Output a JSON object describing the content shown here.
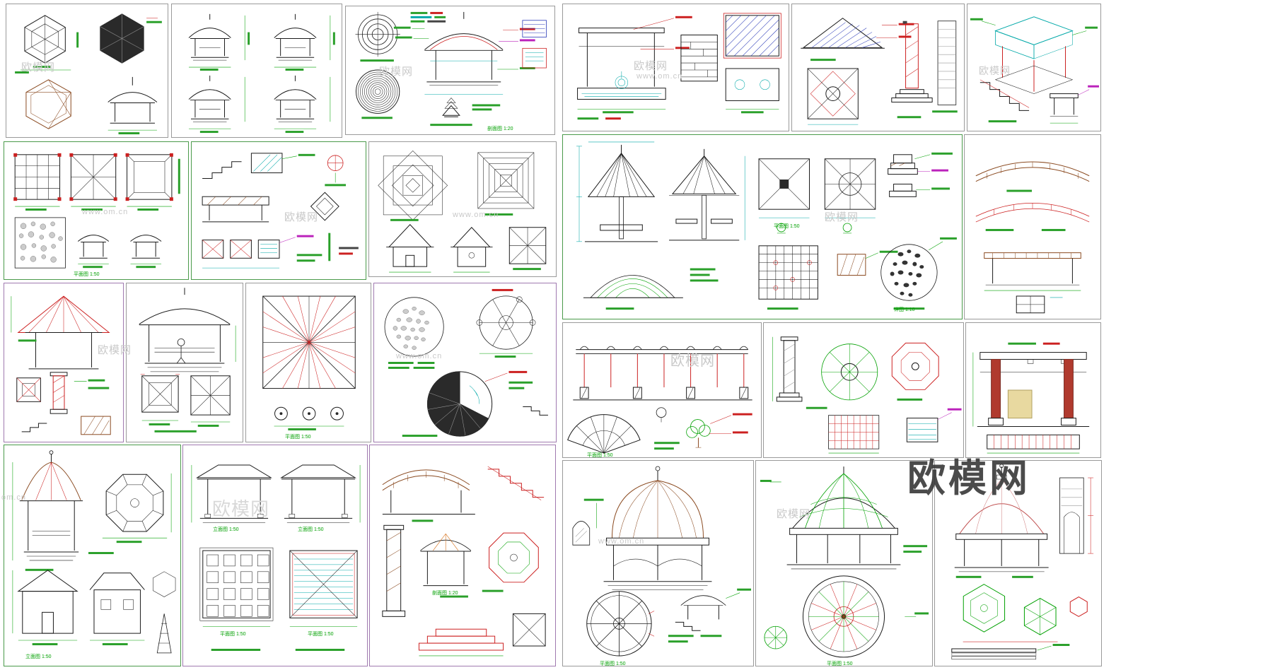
{
  "watermarks": {
    "brand": "欧模网",
    "url": "www.om.cn",
    "om": "om.cn",
    "brand_big": "欧模网"
  },
  "labels": {
    "plan": "平面图 1:50",
    "elevation": "立面图 1:50",
    "section": "剖面图 1:20",
    "detail": "详图 1:10"
  },
  "colors": {
    "annotation_green": "#00a000",
    "dimension_cyan": "#00a8a8",
    "line_red": "#cc2020",
    "line_blue": "#2838b8",
    "line_magenta": "#bb22bb",
    "line_brown": "#8a4a20",
    "watermark_gray": "#c9c9c9",
    "watermark_dark": "#373737"
  }
}
